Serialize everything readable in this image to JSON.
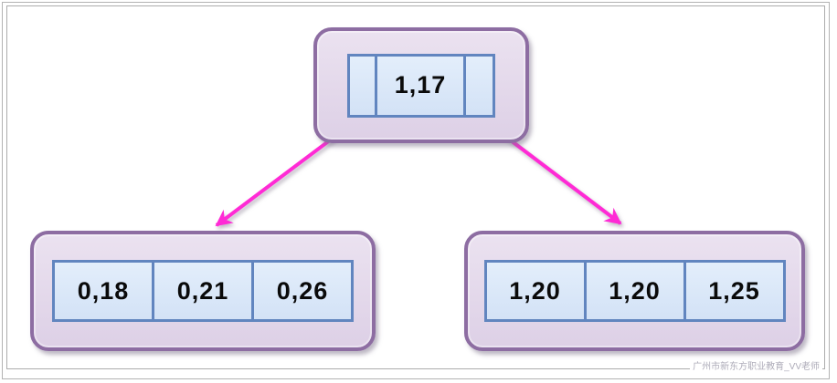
{
  "tree": {
    "type": "b-tree-index-diagram",
    "root": {
      "keys": [
        "1,17"
      ],
      "pointer_slots": 2
    },
    "left_child": {
      "keys": [
        "0,18",
        "0,21",
        "0,26"
      ]
    },
    "right_child": {
      "keys": [
        "1,20",
        "1,20",
        "1,25"
      ]
    },
    "edges": [
      {
        "from": "root-left-pointer",
        "to": "left_child"
      },
      {
        "from": "root-right-pointer",
        "to": "right_child"
      }
    ]
  },
  "colors": {
    "node_fill": "#e4d9eb",
    "node_border": "#8d6da2",
    "cell_fill": "#dbe8fa",
    "cell_border": "#6185bf",
    "arrow": "#ff2ad5",
    "frame": "#b3b3b3",
    "watermark_text": "#aeacb9"
  },
  "watermark": "广州市新东方职业教育_VV老师"
}
